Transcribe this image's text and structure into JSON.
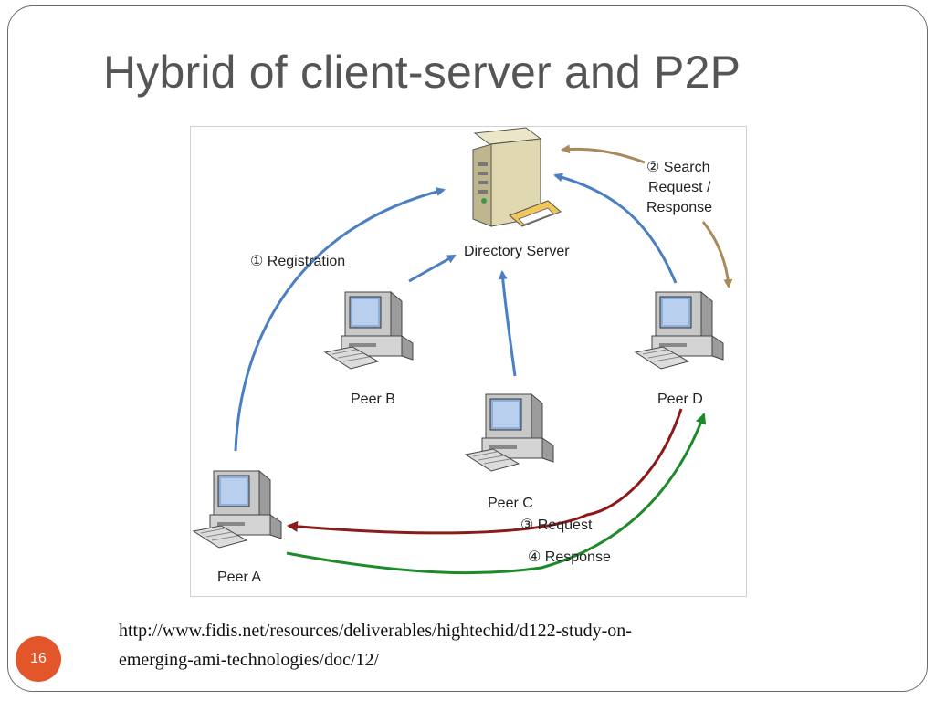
{
  "slide": {
    "title": "Hybrid of client-server and P2P",
    "caption_line1": "http://www.fidis.net/resources/deliverables/hightechid/d122-study-on-",
    "caption_line2": "emerging-ami-technologies/doc/12/",
    "page_number": "16"
  },
  "diagram": {
    "server_label": "Directory Server",
    "peers": [
      "Peer A",
      "Peer B",
      "Peer C",
      "Peer D"
    ],
    "steps": {
      "registration": "① Registration",
      "search_line1": "② Search",
      "search_line2": "Request /",
      "search_line3": "Response",
      "request": "③ Request",
      "response": "④ Response"
    },
    "colors": {
      "registration": "#4a7fc4",
      "search": "#a88a5a",
      "request": "#8b1a1a",
      "response": "#1e8b2a",
      "title": "#555555",
      "page_badge": "#e2562a"
    }
  }
}
